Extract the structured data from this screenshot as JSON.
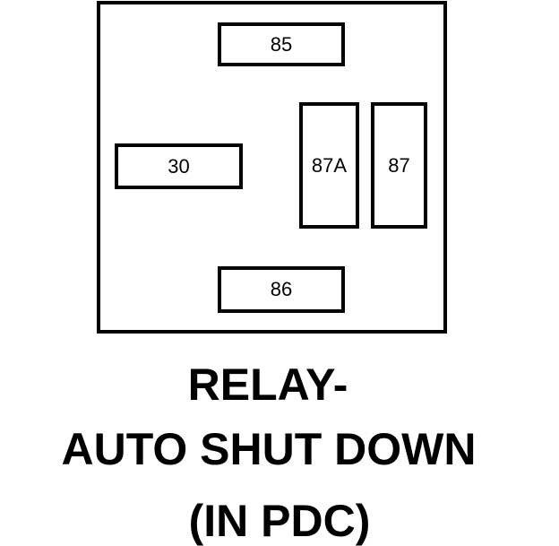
{
  "relay": {
    "terminals": {
      "t85": "85",
      "t30": "30",
      "t87a": "87A",
      "t87": "87",
      "t86": "86"
    }
  },
  "caption": {
    "line1": "RELAY-",
    "line2": "AUTO SHUT DOWN",
    "line3": "(IN PDC)"
  }
}
